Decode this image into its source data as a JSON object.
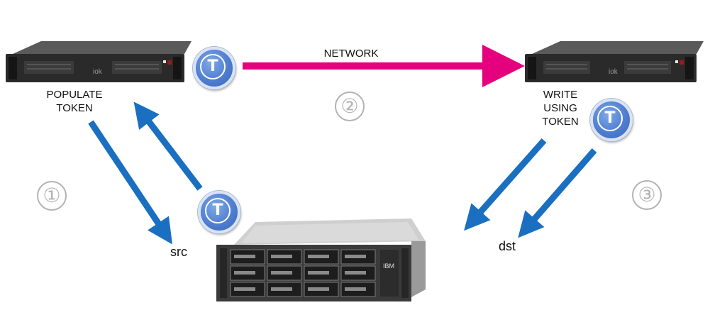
{
  "source_server": {
    "label_line1": "POPULATE",
    "label_line2": "TOKEN",
    "brand": "iok"
  },
  "dest_server": {
    "label_line1": "WRITE",
    "label_line2": "USING",
    "label_line3": "TOKEN",
    "brand": "iok"
  },
  "network_label": "NETWORK",
  "token_letter": "T",
  "steps": [
    "①",
    "②",
    "③"
  ],
  "src_label": "src",
  "dst_label": "dst",
  "storage_brand": "IBM",
  "colors": {
    "network_arrow": "#e5007e",
    "flow_arrow": "#1a6fc0",
    "token_fill": "#4f7ed1",
    "step_gray": "#b3b3b3"
  }
}
